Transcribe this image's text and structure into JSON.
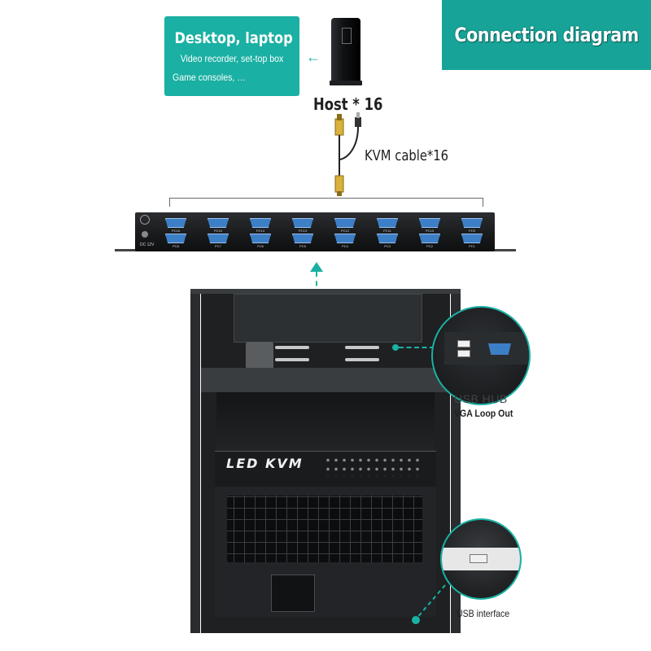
{
  "title": "Connection diagram",
  "devices": {
    "main": "Desktop, laptop",
    "sub1": "Video recorder, set-top box",
    "sub2": "Game consoles, …"
  },
  "host_label": "Host * 16",
  "cable_label": "KVM cable*16",
  "switch": {
    "power_label": "DC 12V",
    "top_ports": [
      "PC16",
      "PC15",
      "PC14",
      "PC13",
      "PC12",
      "PC11",
      "PC10",
      "PC9"
    ],
    "bottom_ports": [
      "PC8",
      "PC7",
      "PC6",
      "PC5",
      "PC4",
      "PC3",
      "PC2",
      "PC1"
    ]
  },
  "console": {
    "brand": "LED KVM"
  },
  "callouts": {
    "usb_hub": "USB HUB",
    "vga_loop": "VGA Loop Out",
    "usb_interface": "USB interface"
  },
  "colors": {
    "accent": "#1ab0a3",
    "port_blue": "#3d7fc7"
  }
}
